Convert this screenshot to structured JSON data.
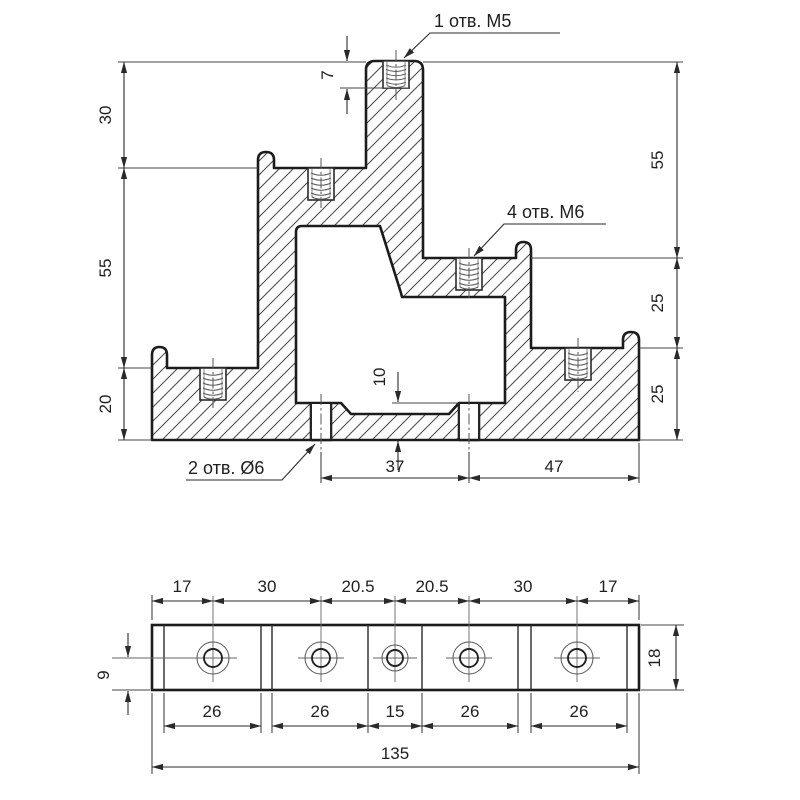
{
  "drawing": {
    "title": "stepped-block-technical-drawing",
    "colors": {
      "background": "#ffffff",
      "outline": "#1c1c1c",
      "thin_line": "#454545",
      "text": "#1f1f1f"
    },
    "section": {
      "note_m5": "1 отв. M5",
      "note_m6": "4 отв. M6",
      "note_d6": "2 отв. Ø6",
      "left_dims": [
        "30",
        "55",
        "20"
      ],
      "right_dims": [
        "55",
        "25",
        "25"
      ],
      "dim_7": "7",
      "dim_10": "10",
      "dim_37": "37",
      "dim_47": "47"
    },
    "plan": {
      "top_dims": [
        "17",
        "30",
        "20.5",
        "20.5",
        "30",
        "17"
      ],
      "bottom_dims": [
        "26",
        "26",
        "15",
        "26",
        "26"
      ],
      "dim_total": "135",
      "dim_height": "18",
      "dim_nine": "9"
    }
  }
}
